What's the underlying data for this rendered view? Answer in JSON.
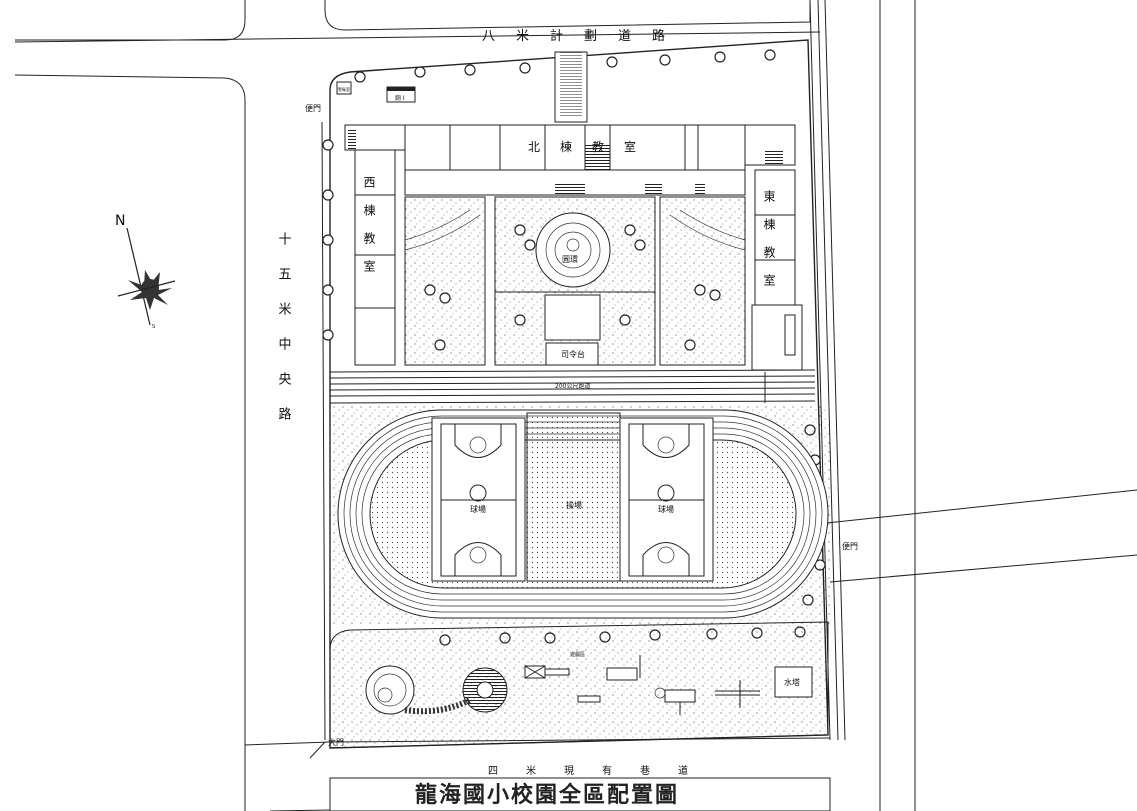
{
  "title": "龍海國小校園全區配置圖",
  "roads": {
    "north": "八米計劃道路",
    "west": "十五米中央路",
    "south": "四米現有巷道"
  },
  "gates": {
    "side_gate_nw": "便門",
    "side_gate_e": "便門",
    "main_gate": "大門"
  },
  "buildings": {
    "north": "北棟教室",
    "west": "西棟教室",
    "east": "東棟教室",
    "stage": "司令台",
    "water_tower": "水塔",
    "guard": "警衛室",
    "toilet": "廁 I"
  },
  "fields": {
    "court_left": "球場",
    "court_right": "球場",
    "playground": "操場",
    "track": "200公尺跑道",
    "garden_circle": "圓環",
    "play_area": "遊戲區"
  },
  "compass": {
    "north": "N",
    "south": "S"
  },
  "colors": {
    "ink": "#222222",
    "paper": "#ffffff",
    "stipple": "#555555"
  }
}
